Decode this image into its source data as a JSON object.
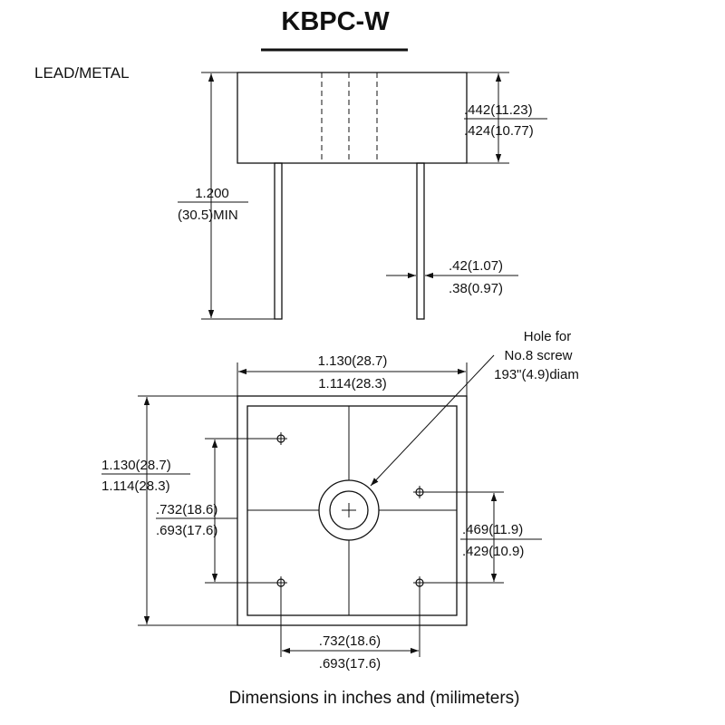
{
  "title": "KBPC-W",
  "lead_type": "LEAD/METAL",
  "side_view": {
    "height_max": ".442(11.23)",
    "height_min": ".424(10.77)",
    "lead_length_value": "1.200",
    "lead_length_unit": "(30.5)MIN",
    "lead_width_max": ".42(1.07)",
    "lead_width_min": ".38(0.97)"
  },
  "top_view": {
    "hole_note": [
      "Hole for",
      "No.8 screw",
      "193\"(4.9)diam"
    ],
    "width_max": "1.130(28.7)",
    "width_min": "1.114(28.3)",
    "height_max": "1.130(28.7)",
    "height_min": "1.114(28.3)",
    "lead_vertical_pitch_max": ".732(18.6)",
    "lead_vertical_pitch_min": ".693(17.6)",
    "lead_offset_max": ".469(11.9)",
    "lead_offset_min": ".429(10.9)",
    "lead_horizontal_pitch_max": ".732(18.6)",
    "lead_horizontal_pitch_min": ".693(17.6)"
  },
  "caption": "Dimensions in inches and (milimeters)",
  "colors": {
    "line": "#111111",
    "background": "#ffffff"
  }
}
